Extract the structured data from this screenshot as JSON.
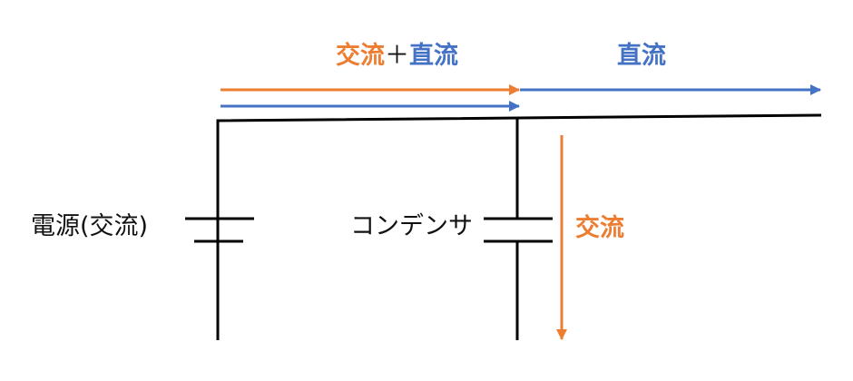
{
  "colors": {
    "ac": "#ED7D31",
    "dc": "#4472C4",
    "wire": "#000000",
    "text": "#111111"
  },
  "labels": {
    "ac_plus_dc": {
      "ac": "交流",
      "plus": "＋",
      "dc": "直流"
    },
    "dc_only": "直流",
    "source": "電源(交流)",
    "capacitor": "コンデンサ",
    "ac_branch": "交流"
  }
}
